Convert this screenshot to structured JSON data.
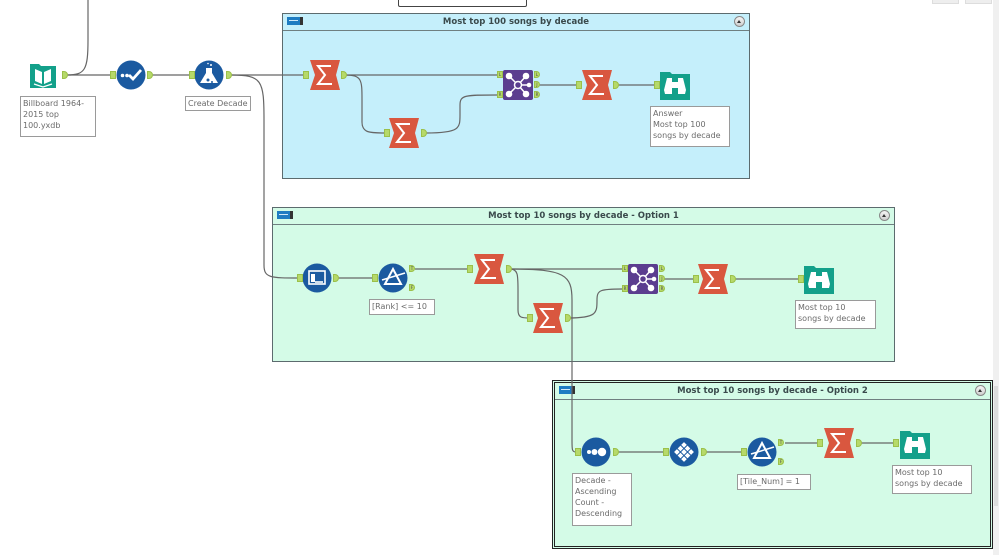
{
  "window": {
    "title": "Alteryx Workflow Canvas"
  },
  "colors": {
    "container_blue": "#c5effb",
    "container_green": "#d4fbe7",
    "summarize": "#d9573f",
    "join": "#5b3d8f",
    "browse": "#13a08a",
    "input": "#13a08a",
    "blue_tool": "#1b5aa0",
    "anchor": "#b6d96a"
  },
  "tools": {
    "input": {
      "icon": "book-icon",
      "annotation": "Billboard 1964-\n2015 top\n100.yxdb"
    },
    "select": {
      "icon": "select-check-icon"
    },
    "formula": {
      "icon": "flask-icon",
      "annotation": "Create Decade"
    }
  },
  "containers": [
    {
      "title": "Most top 100 songs by decade",
      "tools": {
        "summarize1": {
          "icon": "sigma-icon"
        },
        "summarize2": {
          "icon": "sigma-icon"
        },
        "join": {
          "icon": "join-icon",
          "anchors_in": [
            "L",
            "R"
          ],
          "anchors_out": [
            "L",
            "J",
            "R"
          ]
        },
        "summarize3": {
          "icon": "sigma-icon"
        },
        "browse": {
          "icon": "binoculars-icon",
          "annotation": "Answer\nMost top 100\nsongs by decade"
        }
      }
    },
    {
      "title": "Most top 10 songs by decade - Option 1",
      "tools": {
        "datacleanse": {
          "icon": "data-cleansing-icon"
        },
        "filter": {
          "icon": "filter-icon",
          "annotation": "[Rank] <= 10",
          "anchors_out": [
            "T",
            "F"
          ]
        },
        "summarize1": {
          "icon": "sigma-icon"
        },
        "summarize2": {
          "icon": "sigma-icon"
        },
        "join": {
          "icon": "join-icon",
          "anchors_in": [
            "L",
            "R"
          ],
          "anchors_out": [
            "L",
            "J",
            "R"
          ]
        },
        "summarize3": {
          "icon": "sigma-icon"
        },
        "browse": {
          "icon": "binoculars-icon",
          "annotation": "Most top 10\nsongs by decade"
        }
      }
    },
    {
      "title": "Most top 10 songs by decade - Option 2",
      "tools": {
        "sort": {
          "icon": "sort-icon",
          "annotation": "Decade -\nAscending\nCount -\nDescending"
        },
        "tile": {
          "icon": "tile-icon"
        },
        "filter": {
          "icon": "filter-icon",
          "annotation": "[Tile_Num] = 1",
          "anchors_out": [
            "T",
            "F"
          ]
        },
        "summarize": {
          "icon": "sigma-icon"
        },
        "browse": {
          "icon": "binoculars-icon",
          "annotation": "Most top 10\nsongs by decade"
        }
      }
    }
  ]
}
